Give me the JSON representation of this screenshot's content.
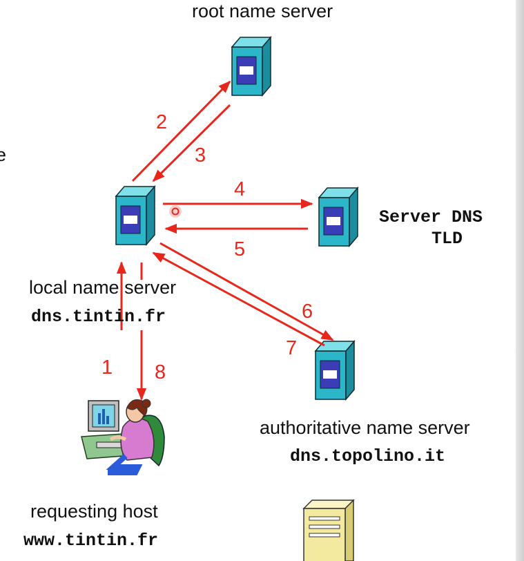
{
  "colors": {
    "arrow": "#e8271c",
    "server_body": "#2bb7c9",
    "server_side": "#1c8d9e",
    "server_top": "#7fe0ea",
    "server_panel": "#3a3db6",
    "host_server": "#f3eaa0"
  },
  "servers": {
    "root": {
      "label": "root name server"
    },
    "local": {
      "label": "local name server",
      "hostname": "dns.tintin.fr"
    },
    "tld": {
      "label_line1": "Server DNS",
      "label_line2": "TLD"
    },
    "authoritative": {
      "label": "authoritative name server",
      "hostname": "dns.topolino.it"
    }
  },
  "host": {
    "label": "requesting host",
    "hostname": "www.tintin.fr"
  },
  "steps": [
    "1",
    "2",
    "3",
    "4",
    "5",
    "6",
    "7",
    "8"
  ],
  "icons": [
    "root-server-icon",
    "local-server-icon",
    "tld-server-icon",
    "authoritative-server-icon",
    "requesting-host-icon",
    "host-server-icon"
  ],
  "clipped_text": "e"
}
